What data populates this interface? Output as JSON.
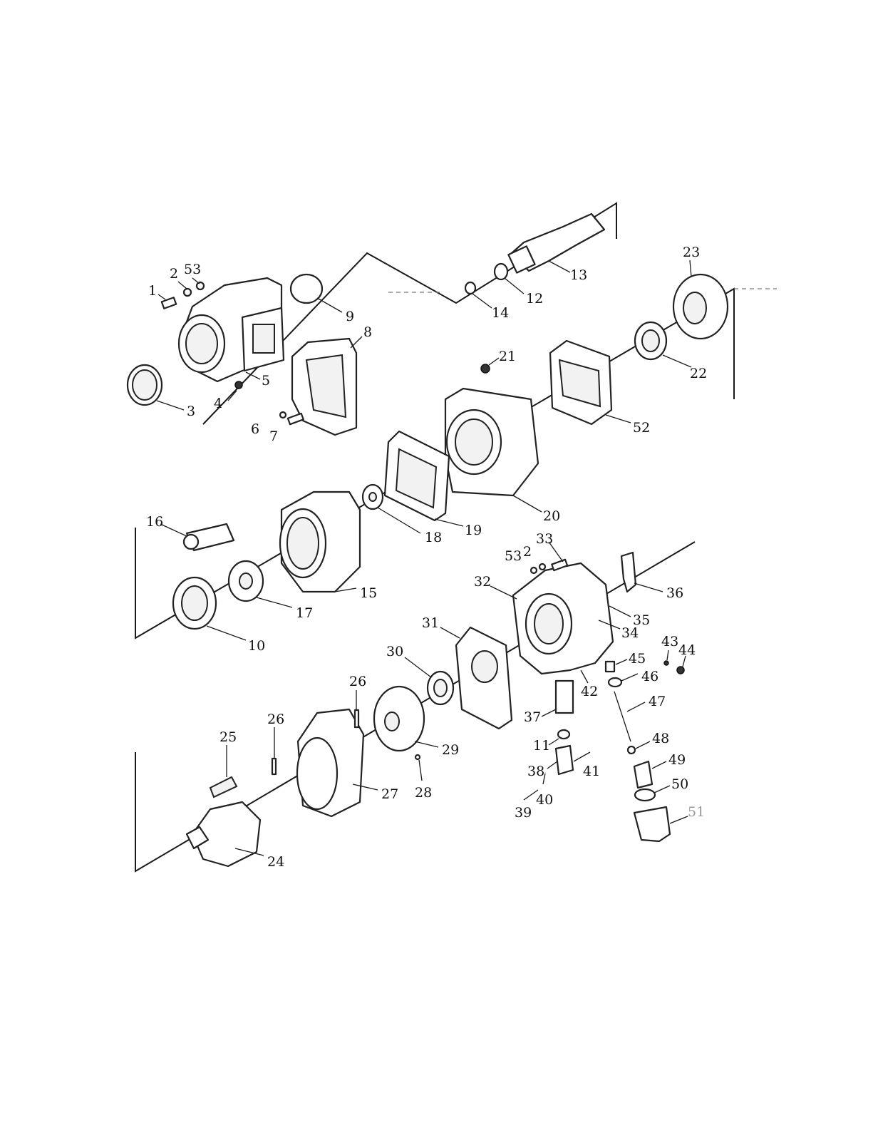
{
  "callouts": [
    {
      "id": "c1",
      "label": "1"
    },
    {
      "id": "c2",
      "label": "2"
    },
    {
      "id": "c53",
      "label": "53"
    },
    {
      "id": "c3",
      "label": "3"
    },
    {
      "id": "c4",
      "label": "4"
    },
    {
      "id": "c5",
      "label": "5"
    },
    {
      "id": "c6",
      "label": "6"
    },
    {
      "id": "c7",
      "label": "7"
    },
    {
      "id": "c8",
      "label": "8"
    },
    {
      "id": "c9",
      "label": "9"
    },
    {
      "id": "c12",
      "label": "12"
    },
    {
      "id": "c13",
      "label": "13"
    },
    {
      "id": "c14",
      "label": "14"
    },
    {
      "id": "c21",
      "label": "21"
    },
    {
      "id": "c22",
      "label": "22"
    },
    {
      "id": "c23",
      "label": "23"
    },
    {
      "id": "c52",
      "label": "52"
    },
    {
      "id": "c20",
      "label": "20"
    },
    {
      "id": "c19",
      "label": "19"
    },
    {
      "id": "c18",
      "label": "18"
    },
    {
      "id": "c16",
      "label": "16"
    },
    {
      "id": "c15",
      "label": "15"
    },
    {
      "id": "c17",
      "label": "17"
    },
    {
      "id": "c10",
      "label": "10"
    },
    {
      "id": "c33",
      "label": "33"
    },
    {
      "id": "c53b",
      "label": "53"
    },
    {
      "id": "c2b",
      "label": "2"
    },
    {
      "id": "c36",
      "label": "36"
    },
    {
      "id": "c32",
      "label": "32"
    },
    {
      "id": "c35",
      "label": "35"
    },
    {
      "id": "c34",
      "label": "34"
    },
    {
      "id": "c43",
      "label": "43"
    },
    {
      "id": "c44",
      "label": "44"
    },
    {
      "id": "c31",
      "label": "31"
    },
    {
      "id": "c30",
      "label": "30"
    },
    {
      "id": "c45",
      "label": "45"
    },
    {
      "id": "c46",
      "label": "46"
    },
    {
      "id": "c42",
      "label": "42"
    },
    {
      "id": "c26a",
      "label": "26"
    },
    {
      "id": "c26b",
      "label": "26"
    },
    {
      "id": "c47",
      "label": "47"
    },
    {
      "id": "c37",
      "label": "37"
    },
    {
      "id": "c25",
      "label": "25"
    },
    {
      "id": "c29",
      "label": "29"
    },
    {
      "id": "c11",
      "label": "11"
    },
    {
      "id": "c48",
      "label": "48"
    },
    {
      "id": "c49",
      "label": "49"
    },
    {
      "id": "c38",
      "label": "38"
    },
    {
      "id": "c41",
      "label": "41"
    },
    {
      "id": "c27",
      "label": "27"
    },
    {
      "id": "c28",
      "label": "28"
    },
    {
      "id": "c50",
      "label": "50"
    },
    {
      "id": "c39",
      "label": "39"
    },
    {
      "id": "c40",
      "label": "40"
    },
    {
      "id": "c51",
      "label": "51"
    },
    {
      "id": "c24",
      "label": "24"
    }
  ]
}
